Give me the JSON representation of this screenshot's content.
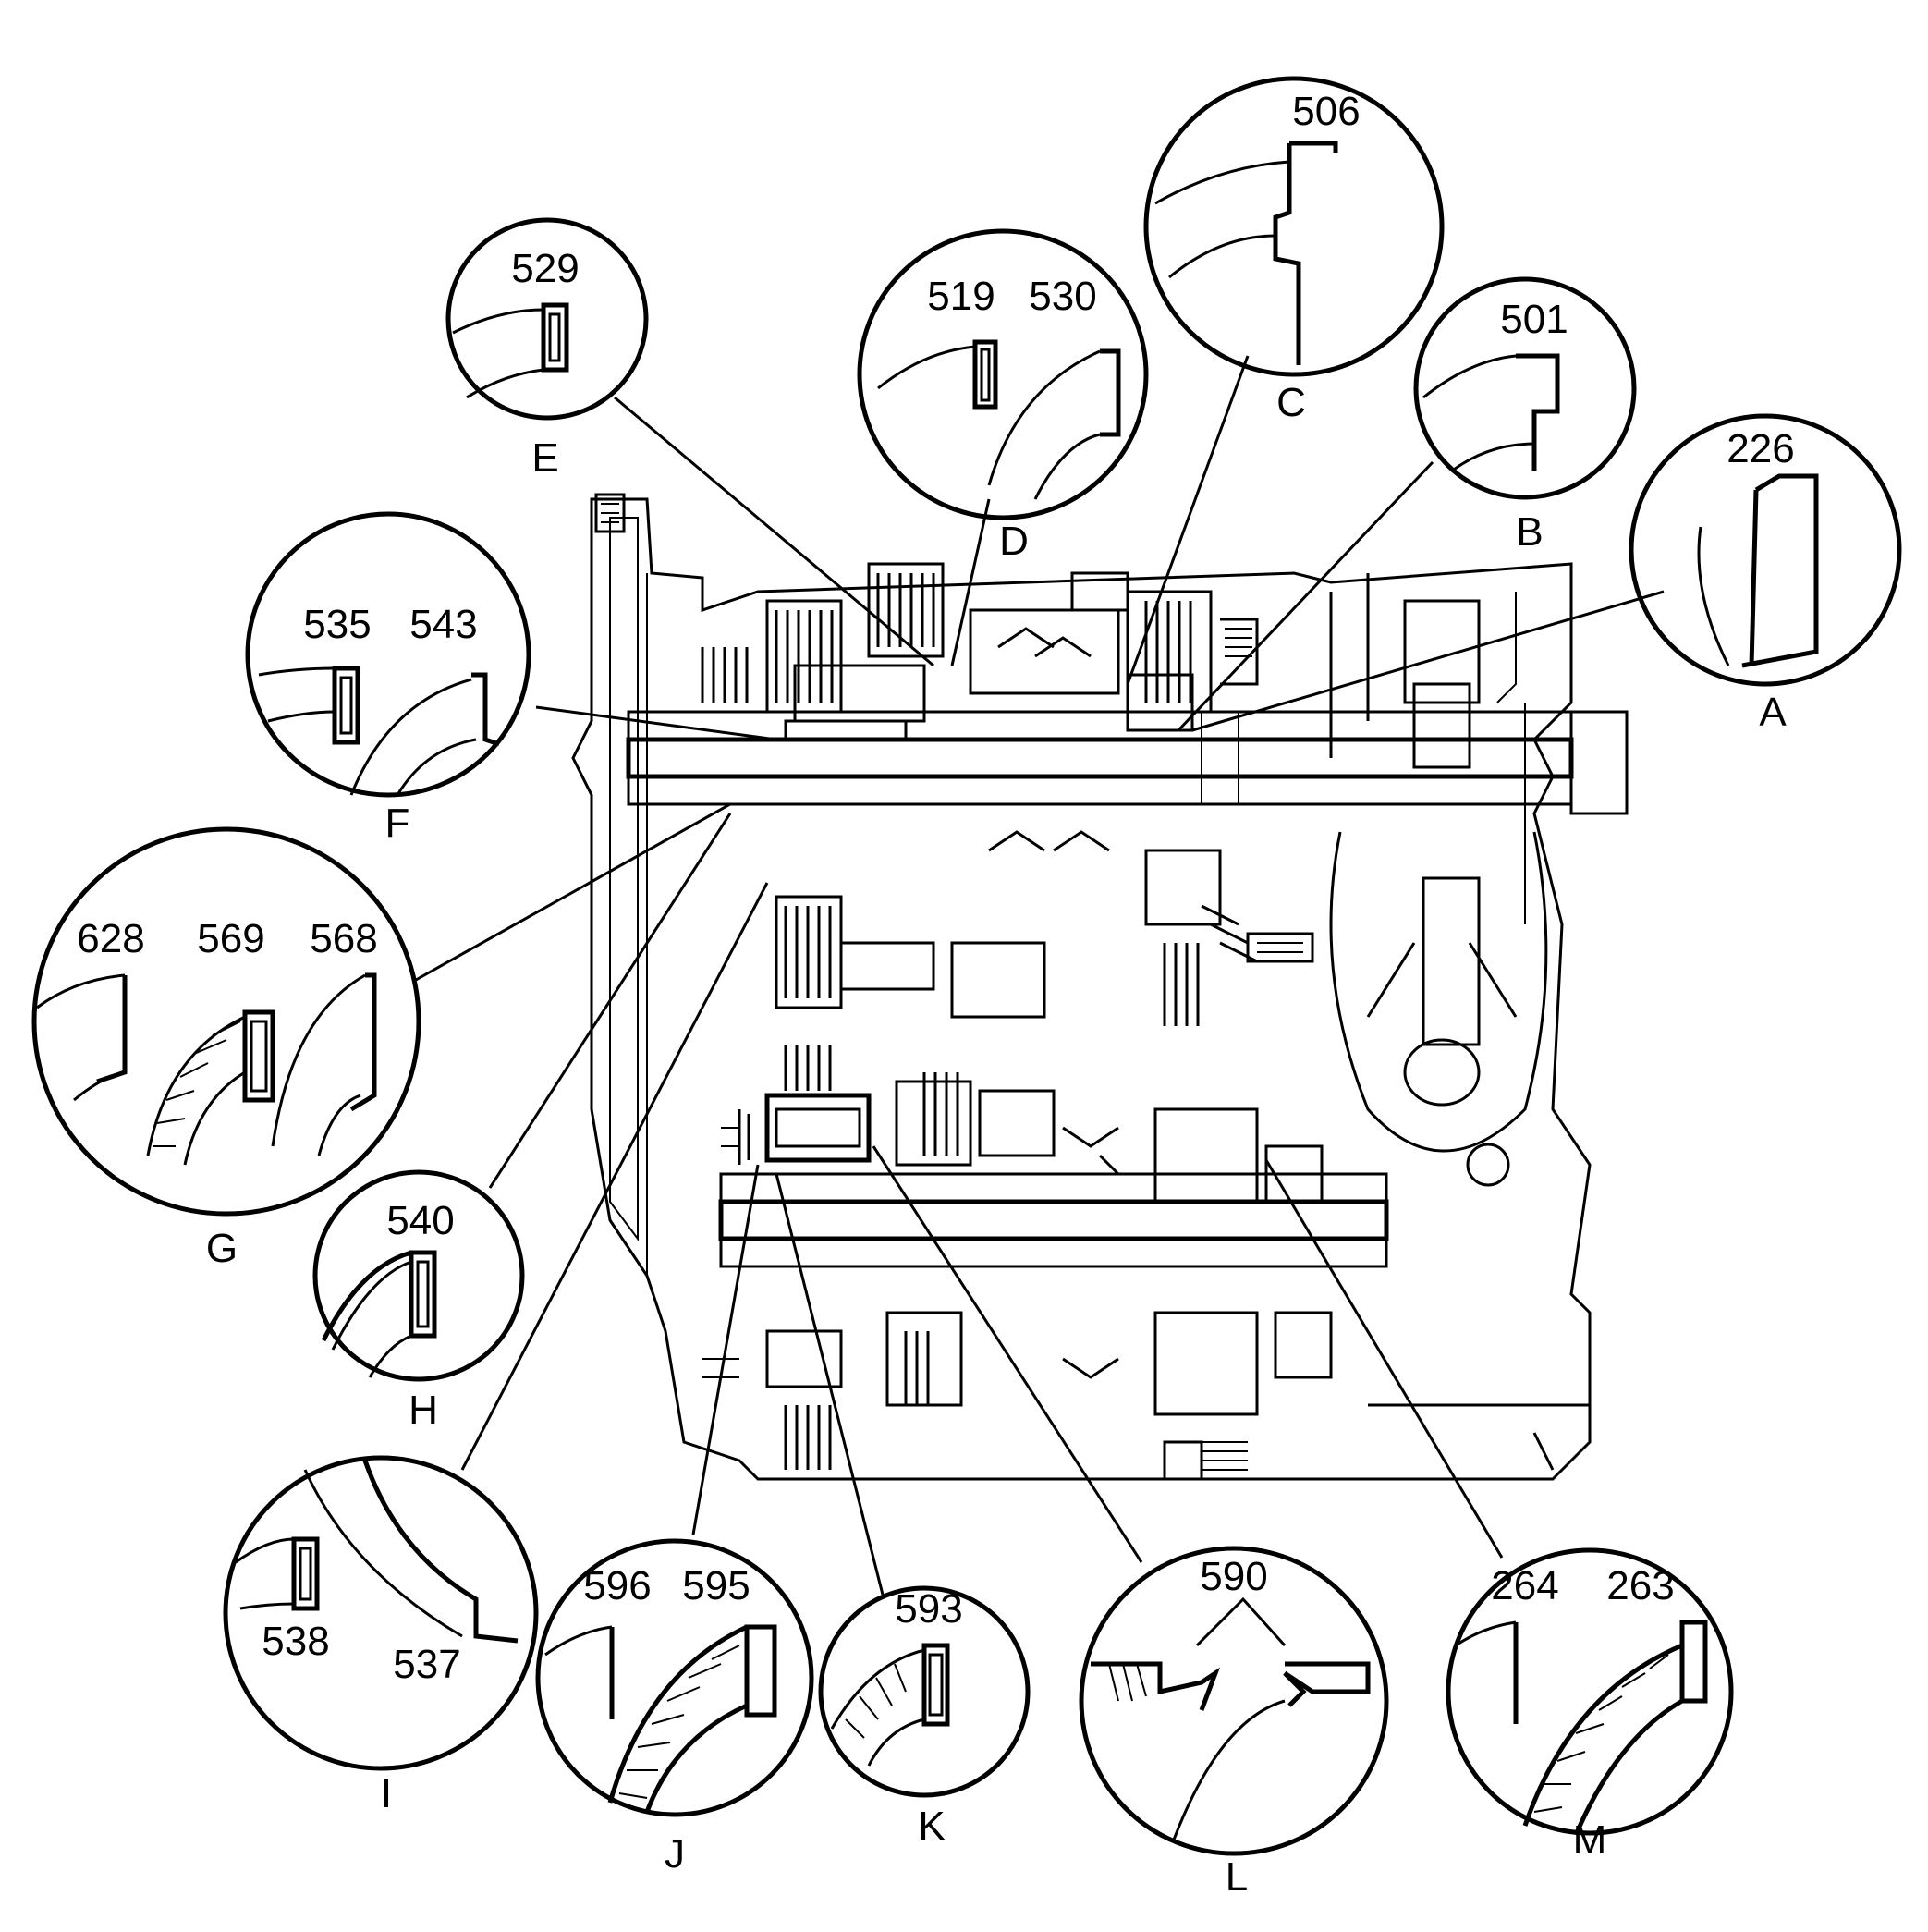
{
  "callouts": [
    {
      "letter": "A",
      "numbers": [
        "226"
      ]
    },
    {
      "letter": "B",
      "numbers": [
        "501"
      ]
    },
    {
      "letter": "C",
      "numbers": [
        "506"
      ]
    },
    {
      "letter": "D",
      "numbers": [
        "519",
        "530"
      ]
    },
    {
      "letter": "E",
      "numbers": [
        "529"
      ]
    },
    {
      "letter": "F",
      "numbers": [
        "535",
        "543"
      ]
    },
    {
      "letter": "G",
      "numbers": [
        "628",
        "569",
        "568"
      ]
    },
    {
      "letter": "H",
      "numbers": [
        "540"
      ]
    },
    {
      "letter": "I",
      "numbers": [
        "538",
        "537"
      ]
    },
    {
      "letter": "J",
      "numbers": [
        "596",
        "595"
      ]
    },
    {
      "letter": "K",
      "numbers": [
        "593"
      ]
    },
    {
      "letter": "L",
      "numbers": [
        "590"
      ]
    },
    {
      "letter": "M",
      "numbers": [
        "264",
        "263"
      ]
    }
  ]
}
